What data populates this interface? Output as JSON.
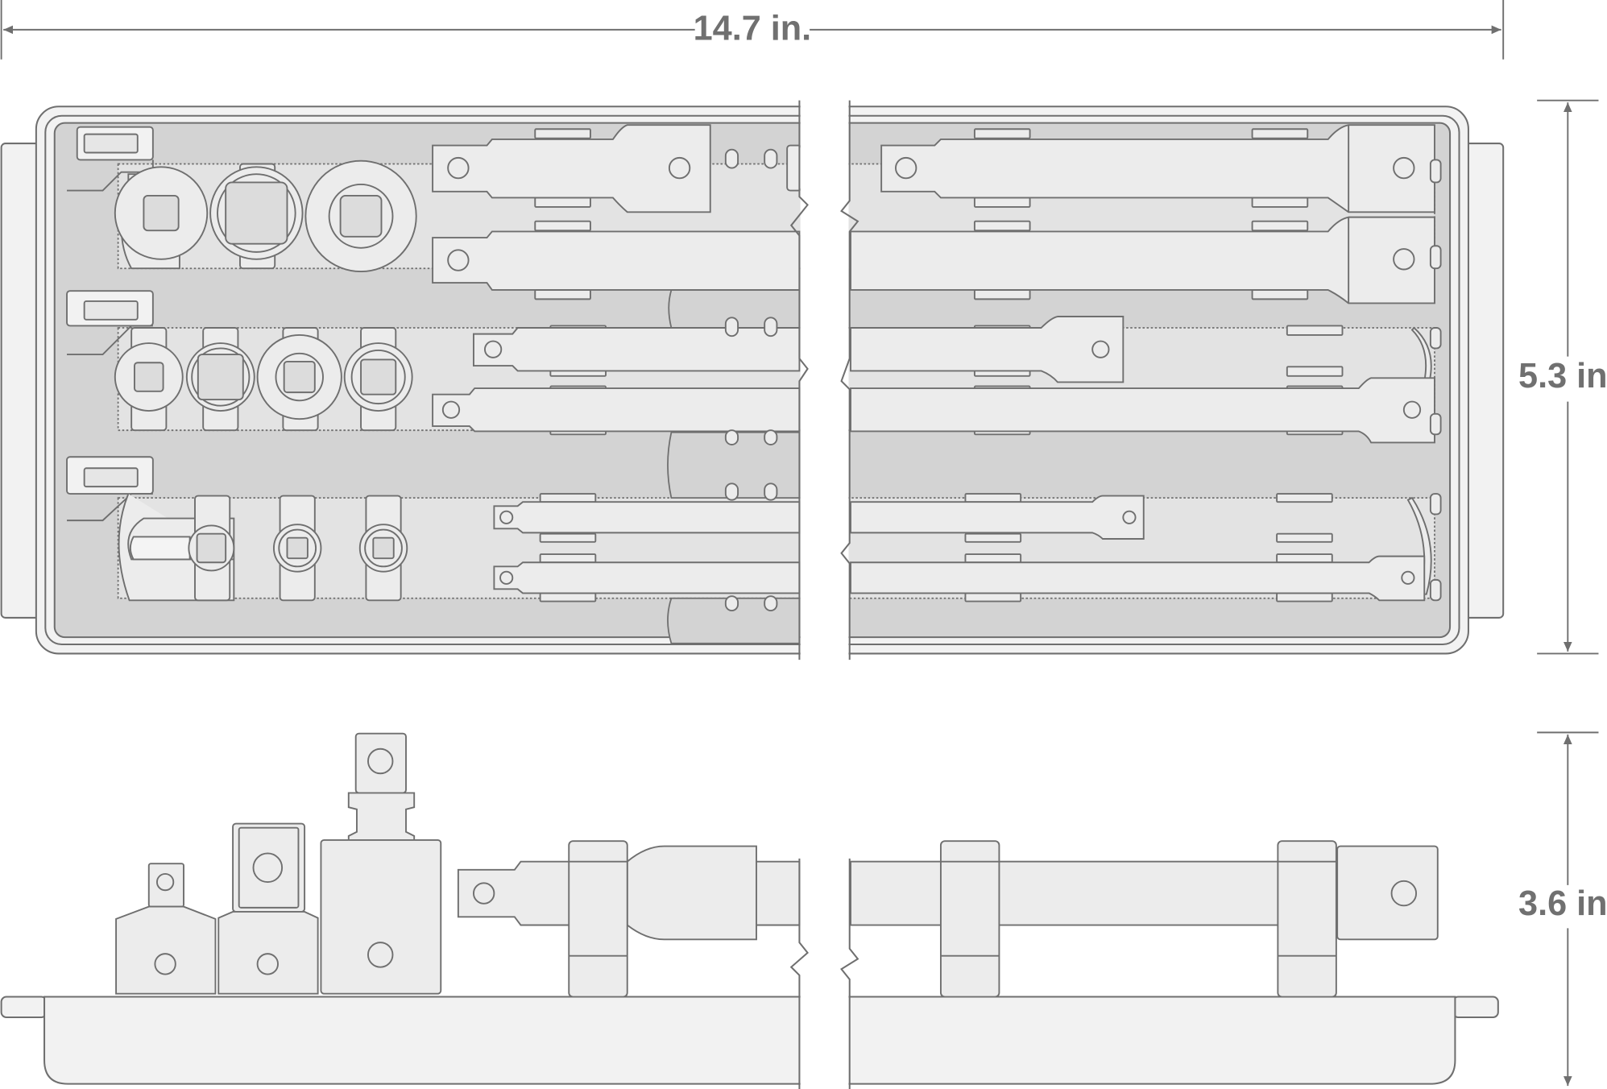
{
  "dimensions": {
    "width_label": "14.7 in.",
    "depth_label": "5.3 in.",
    "height_label": "3.6 in."
  },
  "colors": {
    "stroke": "#6f6f6f",
    "tool_fill": "#ececec",
    "tray_fill": "#f2f2f2",
    "well_fill": "#d3d3d3",
    "dim_text": "#707070"
  }
}
